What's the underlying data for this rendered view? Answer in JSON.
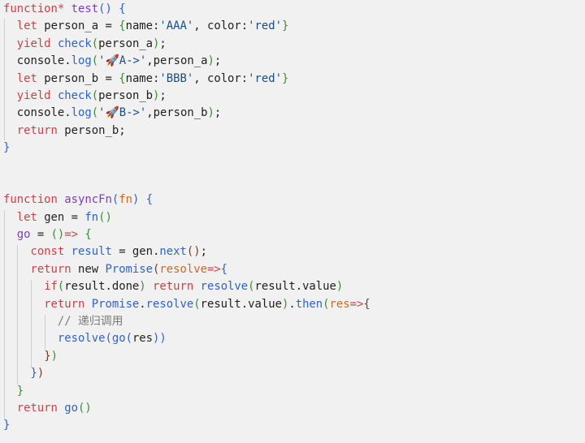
{
  "editor": {
    "background": "#f1f1f1",
    "language": "javascript",
    "blocks": [
      {
        "name": "test-generator",
        "lines": [
          "function* test() {",
          "  let person_a = {name:'AAA', color:'red'}",
          "  yield check(person_a);",
          "  console.log('🚀A->',person_a);",
          "  let person_b = {name:'BBB', color:'red'}",
          "  yield check(person_b);",
          "  console.log('🚀B->',person_b);",
          "  return person_b;",
          "}"
        ]
      },
      {
        "name": "asyncFn",
        "lines": [
          "function asyncFn(fn) {",
          "  let gen = fn()",
          "  go = ()=> {",
          "    const result = gen.next();",
          "    return new Promise(resolve=>{",
          "      if(result.done) return resolve(result.value)",
          "      return Promise.resolve(result.value).then(res=>{",
          "        // 递归调用",
          "        resolve(go(res))",
          "      })",
          "    })",
          "  }",
          "  return go()",
          "}"
        ]
      }
    ],
    "tokens": {
      "l1": {
        "kw": "function*",
        "name": "test",
        "paren": "()",
        "brace": "{"
      },
      "l2": {
        "kw": "let",
        "var": "person_a",
        "eq": " = ",
        "ob": "{",
        "k1": "name:",
        "v1": "'AAA'",
        "sep": ", ",
        "k2": "color:",
        "v2": "'red'",
        "cb": "}"
      },
      "l3": {
        "kw": "yield",
        "fn": "check",
        "op": "(",
        "arg": "person_a",
        "cp": ")",
        "end": ";"
      },
      "l4": {
        "obj": "console.",
        "fn": "log",
        "op": "(",
        "str": "'🚀A->'",
        "rest": ",person_a",
        "cp": ")",
        "end": ";"
      },
      "l5": {
        "kw": "let",
        "var": "person_b",
        "eq": " = ",
        "ob": "{",
        "k1": "name:",
        "v1": "'BBB'",
        "sep": ", ",
        "k2": "color:",
        "v2": "'red'",
        "cb": "}"
      },
      "l6": {
        "kw": "yield",
        "fn": "check",
        "op": "(",
        "arg": "person_b",
        "cp": ")",
        "end": ";"
      },
      "l7": {
        "obj": "console.",
        "fn": "log",
        "op": "(",
        "str": "'🚀B->'",
        "rest": ",person_b",
        "cp": ")",
        "end": ";"
      },
      "l8": {
        "kw": "return",
        "rest": " person_b;"
      },
      "l9": {
        "brace": "}"
      },
      "m1": {
        "kw": "function",
        "name": "asyncFn",
        "op": "(",
        "param": "fn",
        "cp": ")",
        "brace": "{"
      },
      "m2": {
        "kw": "let",
        "var": " gen = ",
        "fn": "fn",
        "paren": "()"
      },
      "m3": {
        "name": "go",
        "eq": " = ",
        "paren": "()",
        "arrow": "=>",
        "brace": "{"
      },
      "m4": {
        "kw": "const",
        "var": "result",
        "eq": " = gen.",
        "fn": "next",
        "paren": "()",
        "end": ";"
      },
      "m5": {
        "kw": "return",
        "new": " new ",
        "cls": "Promise",
        "op": "(",
        "param": "resolve",
        "arrow": "=>",
        "brace": "{"
      },
      "m6": {
        "kw": "if",
        "op": "(",
        "cond": "result.done",
        "cp": ")",
        "kw2": "return",
        "fn": "resolve",
        "op2": "(",
        "arg": "result.value",
        "cp2": ")"
      },
      "m7": {
        "kw": "return",
        "cls": "Promise",
        "dot": ".",
        "fn": "resolve",
        "op": "(",
        "arg": "result.value",
        "cp": ")",
        "dot2": ".",
        "fn2": "then",
        "op2": "(",
        "param": "res",
        "arrow": "=>",
        "brace": "{"
      },
      "m8": {
        "comment": "// 递归调用"
      },
      "m9": {
        "fn": "resolve",
        "op": "(",
        "fn2": "go",
        "op2": "(",
        "arg": "res",
        "cp2": ")",
        "cp": ")"
      },
      "m10": {
        "brace": "}",
        "paren": ")"
      },
      "m11": {
        "brace": "}",
        "paren": ")"
      },
      "m12": {
        "brace": "}"
      },
      "m13": {
        "kw": "return",
        "fn": "go",
        "paren": "()"
      },
      "m14": {
        "brace": "}"
      }
    }
  }
}
